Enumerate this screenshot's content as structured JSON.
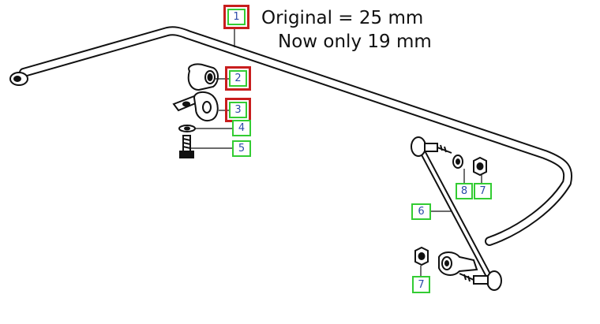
{
  "captions": {
    "original": "Original = 25 mm",
    "now": "Now only 19 mm"
  },
  "callouts": [
    {
      "label": "1",
      "part": "anti-roll bar",
      "highlighted": true
    },
    {
      "label": "2",
      "part": "bushing",
      "highlighted": true
    },
    {
      "label": "3",
      "part": "bushing clamp",
      "highlighted": true
    },
    {
      "label": "4",
      "part": "washer",
      "highlighted": false
    },
    {
      "label": "5",
      "part": "bolt",
      "highlighted": false
    },
    {
      "label": "6",
      "part": "drop link",
      "highlighted": false
    },
    {
      "label": "7",
      "part": "nut",
      "highlighted": false
    },
    {
      "label": "8",
      "part": "washer",
      "highlighted": false
    },
    {
      "label": "7",
      "part": "nut",
      "highlighted": false
    }
  ],
  "colors": {
    "highlight_box": "#c81e1e",
    "label_box": "#33cc33",
    "label_text": "#2b4aa8",
    "line_art": "#111111"
  }
}
